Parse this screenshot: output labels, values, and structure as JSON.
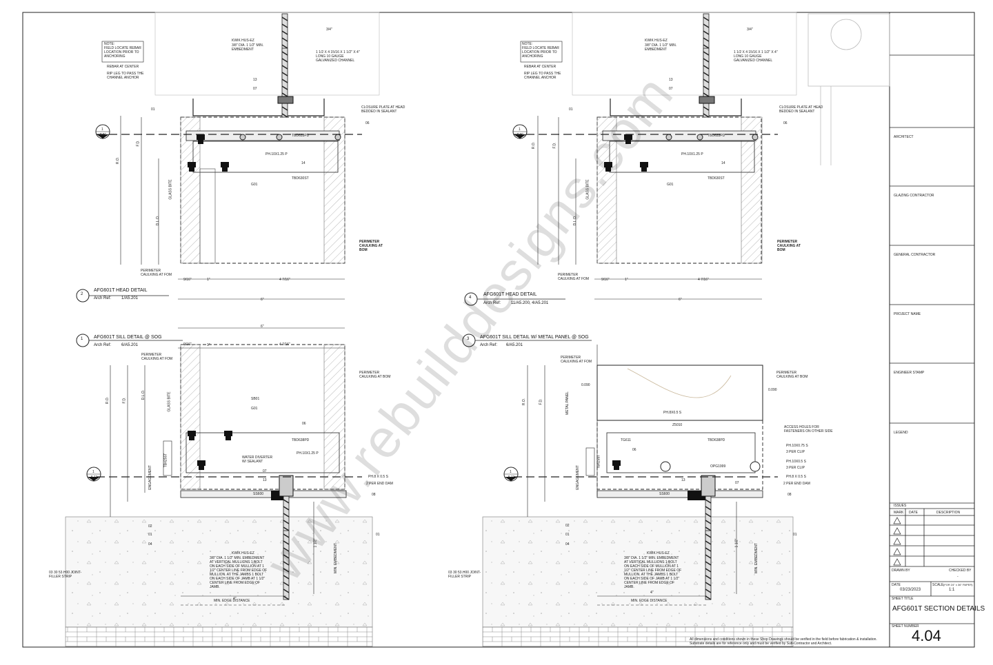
{
  "details": {
    "head_left": {
      "number": "2",
      "title": "AFG601T HEAD DETAIL",
      "ref_label": "Arch Ref:",
      "ref": "1/A5.201"
    },
    "head_right": {
      "number": "4",
      "title": "AFG601T HEAD DETAIL",
      "ref_label": "Arch Ref:",
      "ref": "11/A5.200, 4/A5.201"
    },
    "sill_left": {
      "number": "1",
      "title": "AFG601T SILL DETAIL @ SOG",
      "ref_label": "Arch Ref:",
      "ref": "6/A5.201"
    },
    "sill_right": {
      "number": "3",
      "title": "AFG601T SILL DETAIL W/ METAL PANEL @ SOG",
      "ref_label": "Arch Ref:",
      "ref": "6/A5.201"
    }
  },
  "head_labels": {
    "note_title": "NOTE:",
    "note_body": "FIELD LOCATE REBAR LOCATION PRIOR TO ANCHORING",
    "rebar_center": "REBAR AT CENTER",
    "rip_leg": "RIP LEG TO PASS THE CHANNEL ANCHOR",
    "anchor": "KWIK HUS-EZ",
    "anchor_note": "3/8\" DIA. 1 1/2\" MIN. EMBEDMENT",
    "channel": "1 1/2 X 4 15/16 X 1 1/2\" X 4\" LONG 10 GAUGE GALVANIZED CHANNEL",
    "closure": "CLOSURE PLATE AT HEAD BEDDED IN SEALANT",
    "perimeter_bom": "PERIMETER CAULKING AT BOM",
    "perimeter_fom": "PERIMETER CAULKING AT FOM",
    "tbd633": "TBD633PD",
    "tbd630": "TBD630ST",
    "ph": "PH.10X1.25 P",
    "tag01": "01",
    "tag06": "06",
    "tag07": "07",
    "tag13": "13",
    "tag14": "14",
    "g01": "G01",
    "dim_top": "3/4\"",
    "dim_6": "6\"",
    "dim_1": "1\"",
    "dim_416": "4 7/16\"",
    "dim_916": "9/16\"",
    "ro": "R.O.",
    "fd": "F.D.",
    "dlo": "D.L.O.",
    "glass_bite": "GLASS BITE",
    "section": "1",
    "section_ref": "5.11"
  },
  "sill_labels": {
    "perimeter_fom": "PERIMETER CAULKING AT FOM",
    "perimeter_bom": "PERIMETER CAULKING AT BOM",
    "sb01": "SB01",
    "g01": "G01",
    "tbd638": "TBD638PD",
    "tb4255": "TB4255T",
    "ss600": "SS600",
    "water": "WATER DIVERTER W/ SEALANT",
    "ph_sill": "PH.8 X 0.5 S",
    "end_dam": "2 PER END DAM",
    "tags": [
      "06",
      "07",
      "13",
      "08",
      "02",
      "01",
      "04"
    ],
    "anchor": "KWIK HUS-EZ",
    "anchor_note": "3/8\" DIA. 1 1/2\" MIN. EMBEDMENT AT VERTICAL MULLIONS 1 BOLT ON EACH SIDE OF MULLION AT 1 1/2\" CENTER LINE FROM EDGE OF MULLION. AT THE JAMBS 1 BOLT ON EACH SIDE OF JAMB AT 1 1/2\" CENTER LINE FROM EDGE OF JAMB.",
    "joint": "03 30 53.H00 JOINT-FILLER STRIP",
    "min_edge": "MIN. EDGE DISTANCE",
    "min_embed": "MIN. EMBEDMENT",
    "embed_dim": "1 1/2\"",
    "dim_4": "4\"",
    "engagement": "ENGAGEMENT",
    "metal_panel": "METAL PANEL",
    "panel_gap": "0.090",
    "ph8": "PH.8X0.5 S",
    "z5010": "Z5010",
    "tg611": "TG611",
    "opg": "OPG1999",
    "access": "ACCESS HOLES FOR FASTENERS ON OTHER SIDE",
    "ph10_75": "PH.10X0.75 S",
    "ph10_5": "PH.10X0.5 S",
    "per_clip": "3 PER CLIP"
  },
  "title_block": {
    "architect": "ARCHITECT",
    "glazing": "GLAZING CONTRACTOR",
    "general": "GENERAL CONTRACTOR",
    "project": "PROJECT NAME",
    "engineer": "ENGINEER STAMP",
    "legend": "LEGEND",
    "issues": "ISSUES",
    "mark": "MARK",
    "date_col": "DATE",
    "description": "DESCRIPTION",
    "drawn_by": "DRAWN BY",
    "checked_by": "CHECKED BY",
    "checked_val": "-",
    "date_label": "DATE",
    "date": "03/23/2023",
    "scale_label": "SCALE",
    "scale_note": "(FOR 24\" x 36\" PAPER)",
    "scale": "1:1",
    "sheet_title_label": "SHEET TITLE",
    "sheet_title": "AFG601T SECTION DETAILS",
    "sheet_number_label": "SHEET NUMBER",
    "sheet_number": "4.04"
  },
  "footer_note": "All dimensions and conditions shown in these Shop Drawings should be verified in the field before fabrication & installation. Substrate details are for reference only and must be verified by Sub-Contractor and Architect.",
  "watermark": "www.rebuilddesigns.com"
}
